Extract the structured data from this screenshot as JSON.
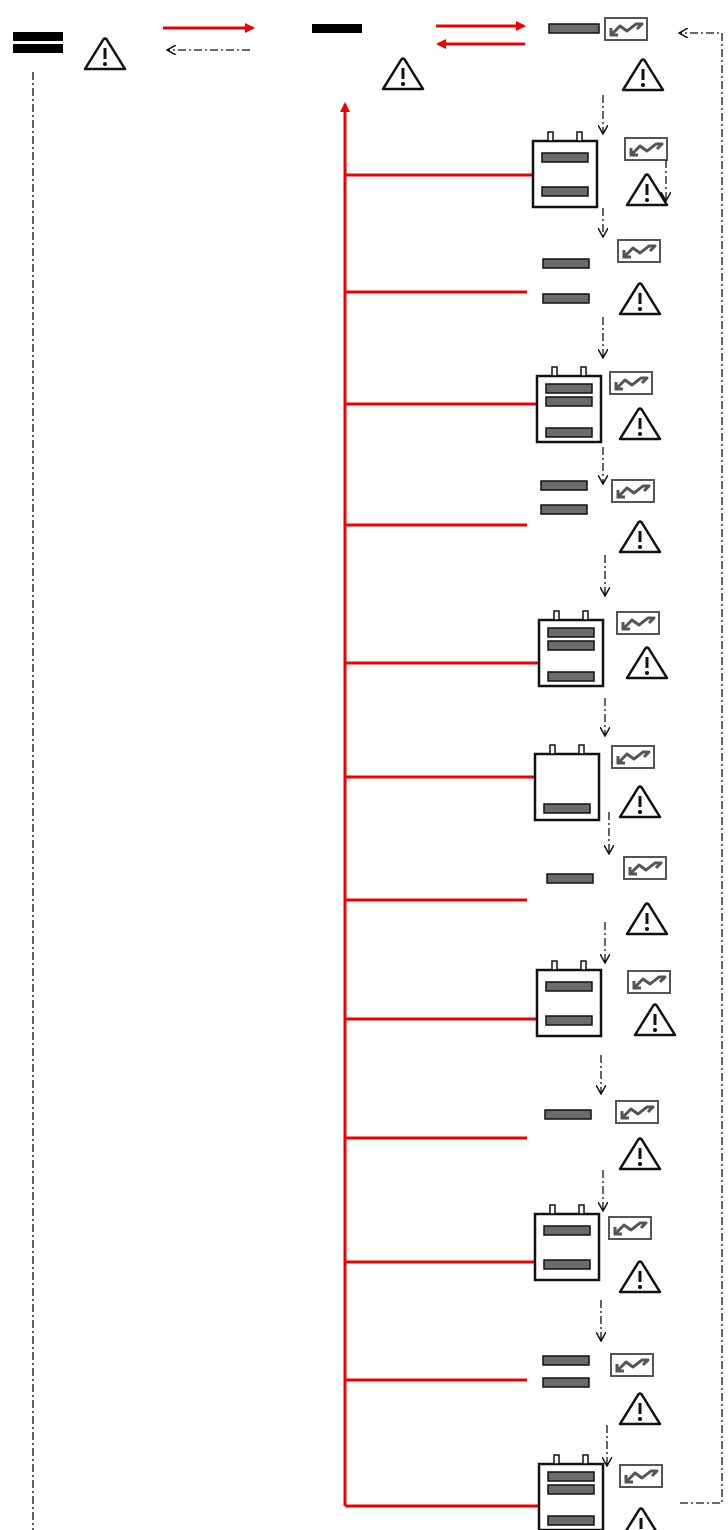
{
  "colors": {
    "red_line": "#ee0000",
    "dash_line": "#111111",
    "bar_fill": "#6b6b6b",
    "bar_stroke": "#111111",
    "header_bar": "#000000",
    "icon_stroke": "#555555"
  },
  "icons": {
    "warning": "warning-triangle-icon",
    "trend": "trend-chart-icon",
    "container": "container-box-icon",
    "bar": "bar-block-icon"
  },
  "header": {
    "left_bars": 2,
    "middle_bars": 1,
    "top_right_bars": 1
  },
  "stages": [
    {
      "kind": "box",
      "bars": 2
    },
    {
      "kind": "plain",
      "bars": 2
    },
    {
      "kind": "box",
      "bars": 3
    },
    {
      "kind": "plain",
      "bars": 2
    },
    {
      "kind": "box",
      "bars": 3
    },
    {
      "kind": "box",
      "bars": 1
    },
    {
      "kind": "plain",
      "bars": 1
    },
    {
      "kind": "box",
      "bars": 2
    },
    {
      "kind": "plain",
      "bars": 1
    },
    {
      "kind": "box",
      "bars": 2
    },
    {
      "kind": "plain",
      "bars": 2
    },
    {
      "kind": "box",
      "bars": 3
    }
  ]
}
